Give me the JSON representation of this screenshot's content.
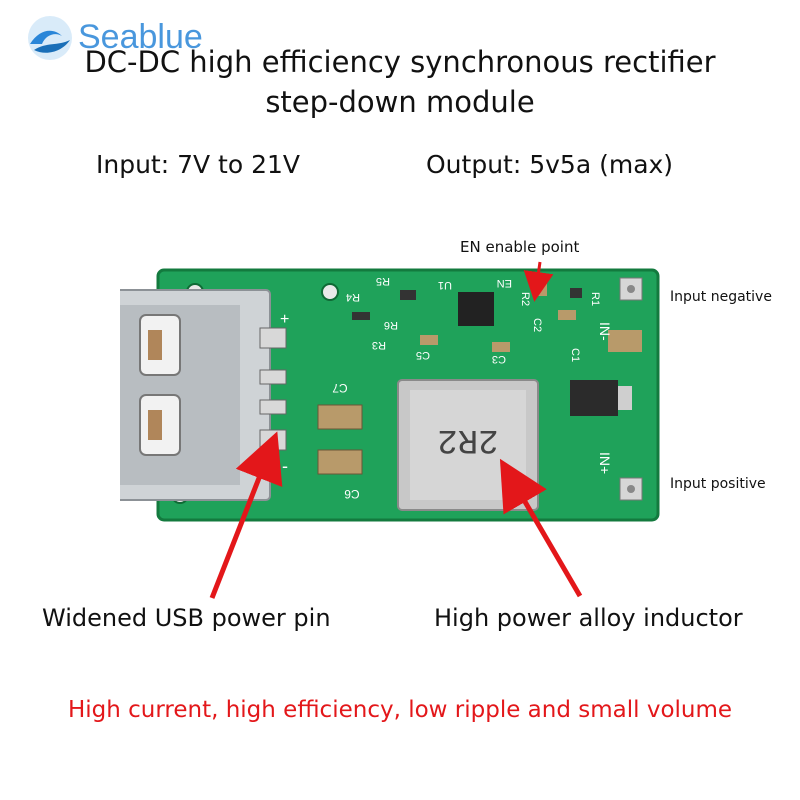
{
  "logo": {
    "text": "Seablue"
  },
  "title": {
    "line1": "DC-DC high efficiency synchronous rectifier",
    "line2": "step-down module"
  },
  "specs": {
    "input": "Input: 7V to 21V",
    "output": "Output: 5v5a (max)"
  },
  "callouts": {
    "en_point": "EN enable point",
    "input_negative": "Input negative",
    "input_positive": "Input positive",
    "usb_pin": "Widened USB power pin",
    "inductor": "High power alloy inductor"
  },
  "board_markings": {
    "inductor_code": "2R2",
    "c7": "C7",
    "c6": "C6",
    "c5": "C5",
    "c3": "C3",
    "c2": "C2",
    "c1": "C1",
    "r1": "R1",
    "r2": "R2",
    "r3": "R3",
    "r4": "R4",
    "r5": "R5",
    "r6": "R6",
    "u1": "U1",
    "en": "EN",
    "in_minus": "IN-",
    "in_plus": "IN+",
    "plus": "+",
    "minus": "-"
  },
  "footer": {
    "text": "High current, high efficiency, low ripple and small volume"
  },
  "colors": {
    "pcb": "#1fa25a",
    "pcb_dark": "#137a3e",
    "arrow": "#e3171a",
    "footer_text": "#e3171a",
    "logo_blue": "#2a86d8",
    "silver": "#c8c8c8"
  }
}
